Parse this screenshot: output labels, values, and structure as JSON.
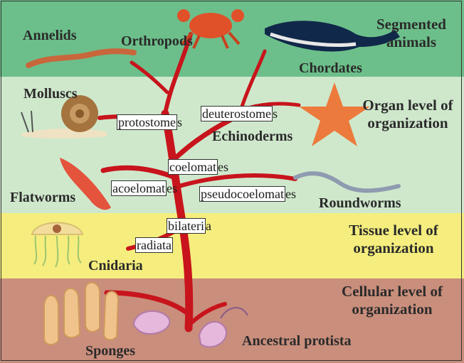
{
  "bands": [
    {
      "label": "Segmented animals",
      "color": "#6cbf8a"
    },
    {
      "label": "Organ level of organization",
      "color": "#cfe8cc"
    },
    {
      "label": "Tissue level of organization",
      "color": "#f5ee7e"
    },
    {
      "label": "Cellular level of organization",
      "color": "#c98e7c"
    }
  ],
  "animals": {
    "annelids": "Annelids",
    "orthropods": "Orthropods",
    "chordates": "Chordates",
    "molluscs": "Molluscs",
    "echinoderms": "Echinoderms",
    "flatworms": "Flatworms",
    "roundworms": "Roundworms",
    "cnidaria": "Cnidaria",
    "sponges": "Sponges",
    "ancestral": "Ancestral protista"
  },
  "branch_labels": {
    "protostomes": {
      "boxed": "protostome",
      "rest": "s"
    },
    "deuterostomes": {
      "boxed": "deuterostome",
      "rest": "s"
    },
    "coelomates": {
      "boxed": "coelomat",
      "rest": "es"
    },
    "acoelomates": {
      "boxed": "acoelomat",
      "rest": "es"
    },
    "pseudocoelomates": {
      "boxed": "pseudocoelomat",
      "rest": "es"
    },
    "bilateria": {
      "boxed": "bilateri",
      "rest": "a"
    },
    "radiata": {
      "boxed": "radiata",
      "rest": ""
    }
  },
  "colors": {
    "tree": "#c8141c",
    "text": "#2a2a2a"
  }
}
